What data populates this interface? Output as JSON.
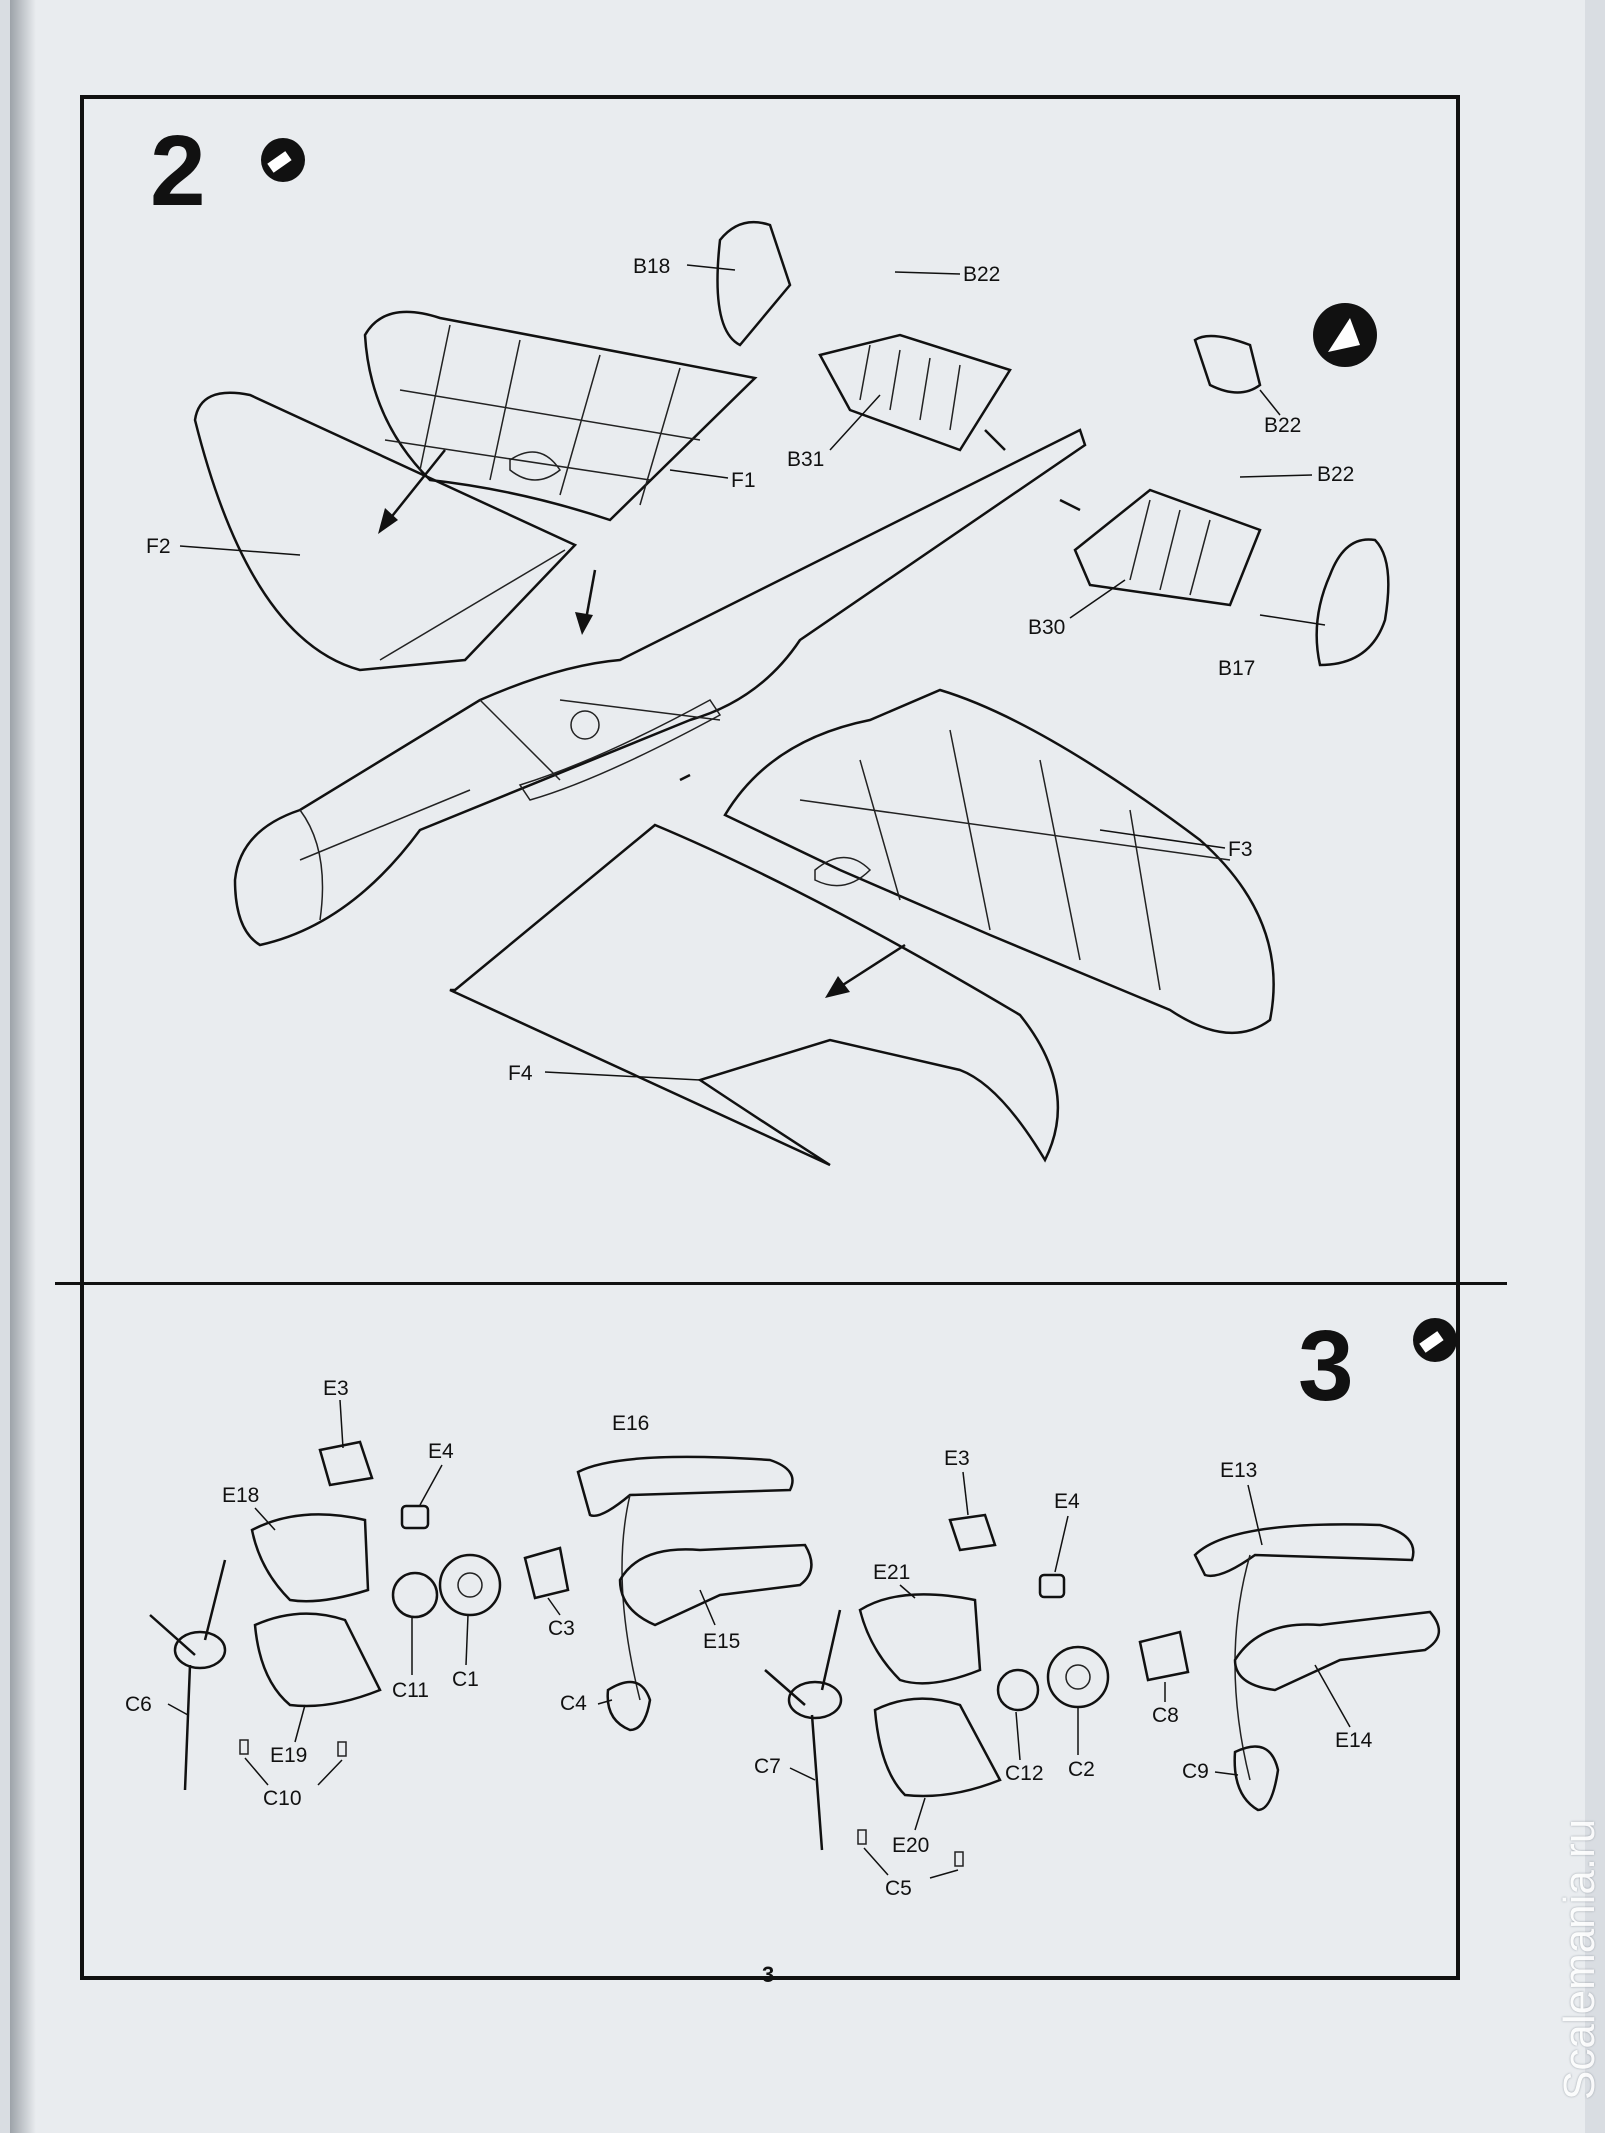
{
  "steps": [
    {
      "number": "2",
      "parts": {
        "b18": "B18",
        "b22_top": "B22",
        "b22_mid": "B22",
        "b22_right": "B22",
        "b31": "B31",
        "f1": "F1",
        "f2": "F2",
        "b30": "B30",
        "b17": "B17",
        "f3": "F3",
        "f4": "F4"
      }
    },
    {
      "number": "3",
      "parts": {
        "e3_left": "E3",
        "e4_left": "E4",
        "e16": "E16",
        "e18": "E18",
        "c6": "C6",
        "c11": "C11",
        "c1": "C1",
        "c3": "C3",
        "e15": "E15",
        "c4": "C4",
        "e19": "E19",
        "c10": "C10",
        "e3_right": "E3",
        "e4_right": "E4",
        "e13": "E13",
        "e21": "E21",
        "c12": "C12",
        "c2": "C2",
        "c8": "C8",
        "e14": "E14",
        "c9": "C9",
        "c7": "C7",
        "e20": "E20",
        "c5": "C5"
      }
    }
  ],
  "page_number": "3",
  "watermark": "Scalemania.ru",
  "icons": [
    "glue-tube-icon",
    "paint-pot-icon"
  ]
}
